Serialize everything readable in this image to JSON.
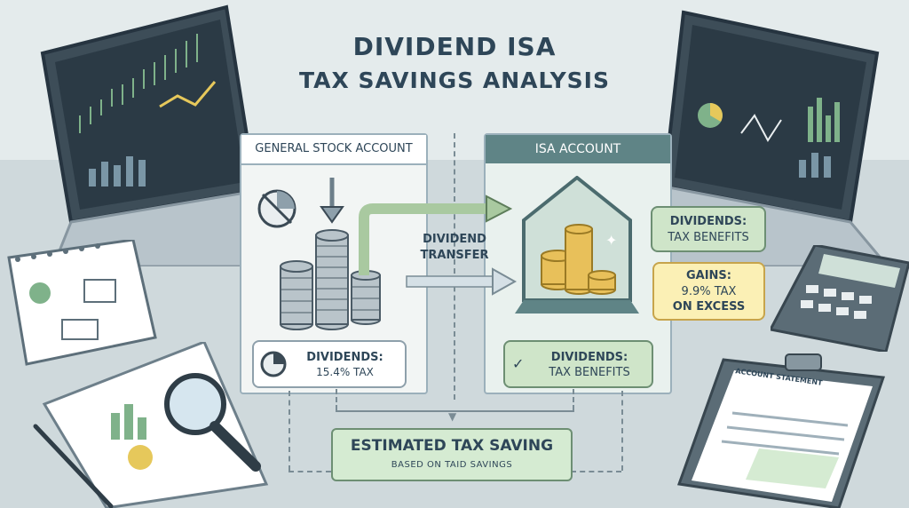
{
  "title": {
    "line1": "DIVIDEND ISA",
    "line2": "TAX SAVINGS ANALYSIS"
  },
  "general_account": {
    "header": "GENERAL STOCK ACCOUNT",
    "dividends_line1": "DIVIDENDS:",
    "dividends_line2": "15.4% TAX"
  },
  "transfer": {
    "line1": "DIVIDEND",
    "line2": "TRANSFER"
  },
  "isa_account": {
    "header": "ISA ACCOUNT",
    "dividends_line1": "DIVIDENDS:",
    "dividends_line2": "TAX BENEFITS"
  },
  "callouts": {
    "dividends_line1": "DIVIDENDS:",
    "dividends_line2": "TAX BENEFITS",
    "gains_line1": "GAINS:",
    "gains_line2": "9.9% TAX",
    "gains_line3": "ON EXCESS"
  },
  "result": {
    "title": "ESTIMATED TAX SAVING",
    "subtitle": "BASED ON TAID SAVINGS"
  },
  "statement": {
    "title": "ACCOUNT STATEMENT"
  },
  "colors": {
    "navy": "#2e4658",
    "green_box": "#cfe5c9",
    "yellow_box": "#fbf0b5",
    "teal": "#5f8486",
    "coin_gold": "#e8c05a",
    "coin_silver": "#b9c4ca"
  }
}
